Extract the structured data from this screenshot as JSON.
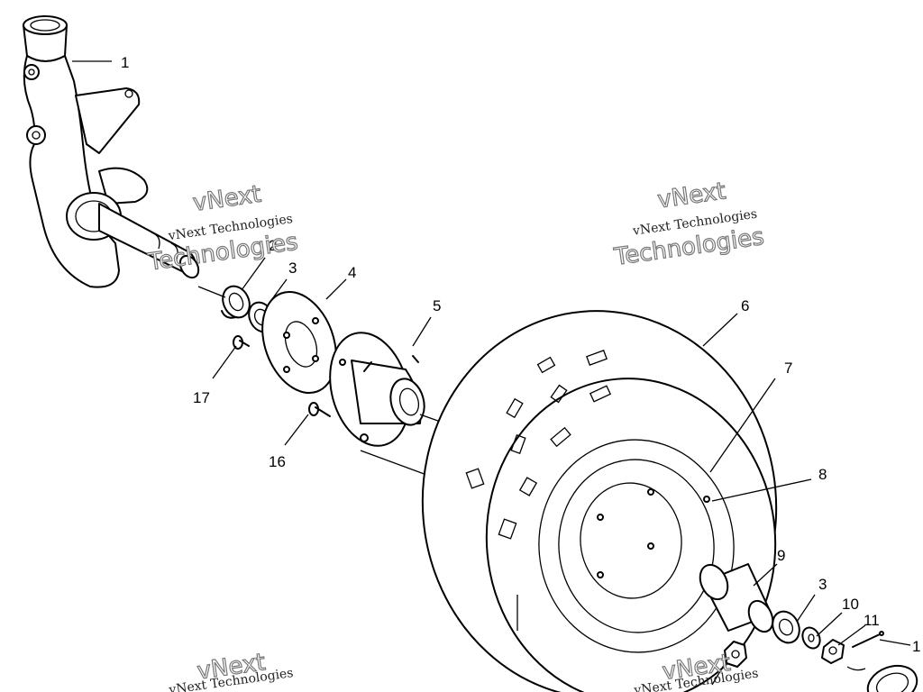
{
  "callouts": {
    "c1": "1",
    "c2": "2",
    "c3": "3",
    "c4": "4",
    "c5": "5",
    "c6": "6",
    "c7": "7",
    "c8": "8",
    "c9": "9",
    "c3b": "3",
    "c10": "10",
    "c11": "11",
    "c1b": "1",
    "c16": "16",
    "c17": "17"
  },
  "watermark": {
    "small": "vNext Technologies",
    "large_line1": "vNext",
    "large_line2": "Technologies"
  },
  "icons": {
    "spindle": "steering-knuckle-icon",
    "hub": "wheel-hub-icon",
    "tire": "tire-icon"
  }
}
